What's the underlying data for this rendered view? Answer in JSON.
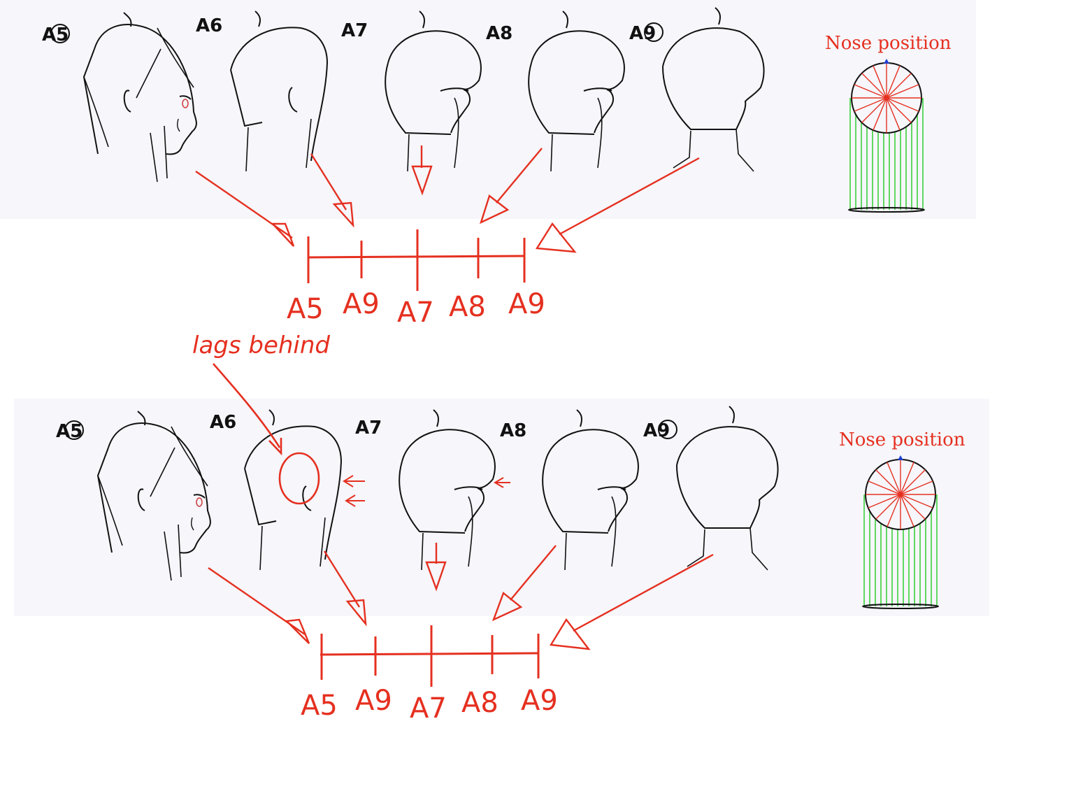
{
  "panels": [
    {
      "head_labels": [
        "A5",
        "A6",
        "A7",
        "A8",
        "A9"
      ],
      "circled": [
        true,
        false,
        false,
        false,
        true
      ],
      "nose_label": "Nose position",
      "timeline_labels": [
        "A5",
        "A9",
        "A7",
        "A8",
        "A9"
      ]
    },
    {
      "head_labels": [
        "A5",
        "A6",
        "A7",
        "A8",
        "A9"
      ],
      "circled": [
        true,
        false,
        false,
        false,
        true
      ],
      "nose_label": "Nose position",
      "timeline_labels": [
        "A5",
        "A9",
        "A7",
        "A8",
        "A9"
      ]
    }
  ],
  "annotation": {
    "text": "lags behind"
  },
  "colors": {
    "panel_bg": "#f6f6fb",
    "ink": "#111111",
    "red": "#e53020",
    "green": "#22cc22",
    "blue": "#1d3fd0",
    "eye": "#d04040"
  }
}
